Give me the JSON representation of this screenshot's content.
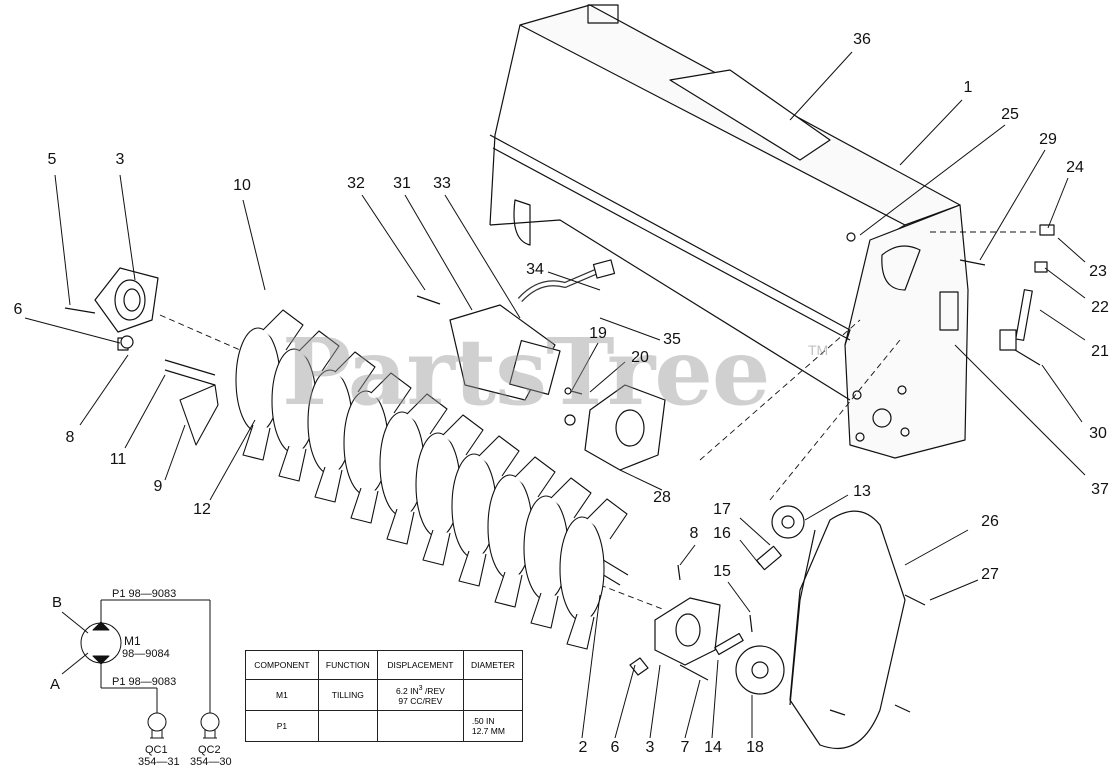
{
  "watermark": "PartsTree",
  "watermark_tm": "TM",
  "callouts": [
    {
      "label": "36"
    },
    {
      "label": "1"
    },
    {
      "label": "25"
    },
    {
      "label": "29"
    },
    {
      "label": "24"
    },
    {
      "label": "23"
    },
    {
      "label": "22"
    },
    {
      "label": "21"
    },
    {
      "label": "30"
    },
    {
      "label": "37"
    },
    {
      "label": "5"
    },
    {
      "label": "3"
    },
    {
      "label": "10"
    },
    {
      "label": "32"
    },
    {
      "label": "31"
    },
    {
      "label": "33"
    },
    {
      "label": "34"
    },
    {
      "label": "35"
    },
    {
      "label": "19"
    },
    {
      "label": "20"
    },
    {
      "label": "6"
    },
    {
      "label": "8"
    },
    {
      "label": "11"
    },
    {
      "label": "9"
    },
    {
      "label": "12"
    },
    {
      "label": "28"
    },
    {
      "label": "13"
    },
    {
      "label": "17"
    },
    {
      "label": "16"
    },
    {
      "label": "8"
    },
    {
      "label": "15"
    },
    {
      "label": "26"
    },
    {
      "label": "27"
    },
    {
      "label": "2"
    },
    {
      "label": "6"
    },
    {
      "label": "3"
    },
    {
      "label": "7"
    },
    {
      "label": "14"
    },
    {
      "label": "18"
    }
  ],
  "schematic": {
    "port_b": "B",
    "port_a": "A",
    "motor": "M1",
    "motor_part": "98—9084",
    "hose_top": "P1 98—9083",
    "hose_bottom": "P1 98—9083",
    "qc1": "QC1",
    "qc1_part": "354—31",
    "qc2": "QC2",
    "qc2_part": "354—30"
  },
  "spec_table": {
    "headers": [
      "COMPONENT",
      "FUNCTION",
      "DISPLACEMENT",
      "DIAMETER"
    ],
    "rows": [
      {
        "component": "M1",
        "function": "TILLING",
        "disp_line1": "6.2 IN",
        "disp_sup": "3",
        "disp_line1b": " /REV",
        "disp_line2": "97 CC/REV",
        "diameter_line1": "",
        "diameter_line2": ""
      },
      {
        "component": "P1",
        "function": "",
        "disp_line1": "",
        "disp_sup": "",
        "disp_line1b": "",
        "disp_line2": "",
        "diameter_line1": ".50 IN",
        "diameter_line2": "12.7 MM"
      }
    ]
  }
}
